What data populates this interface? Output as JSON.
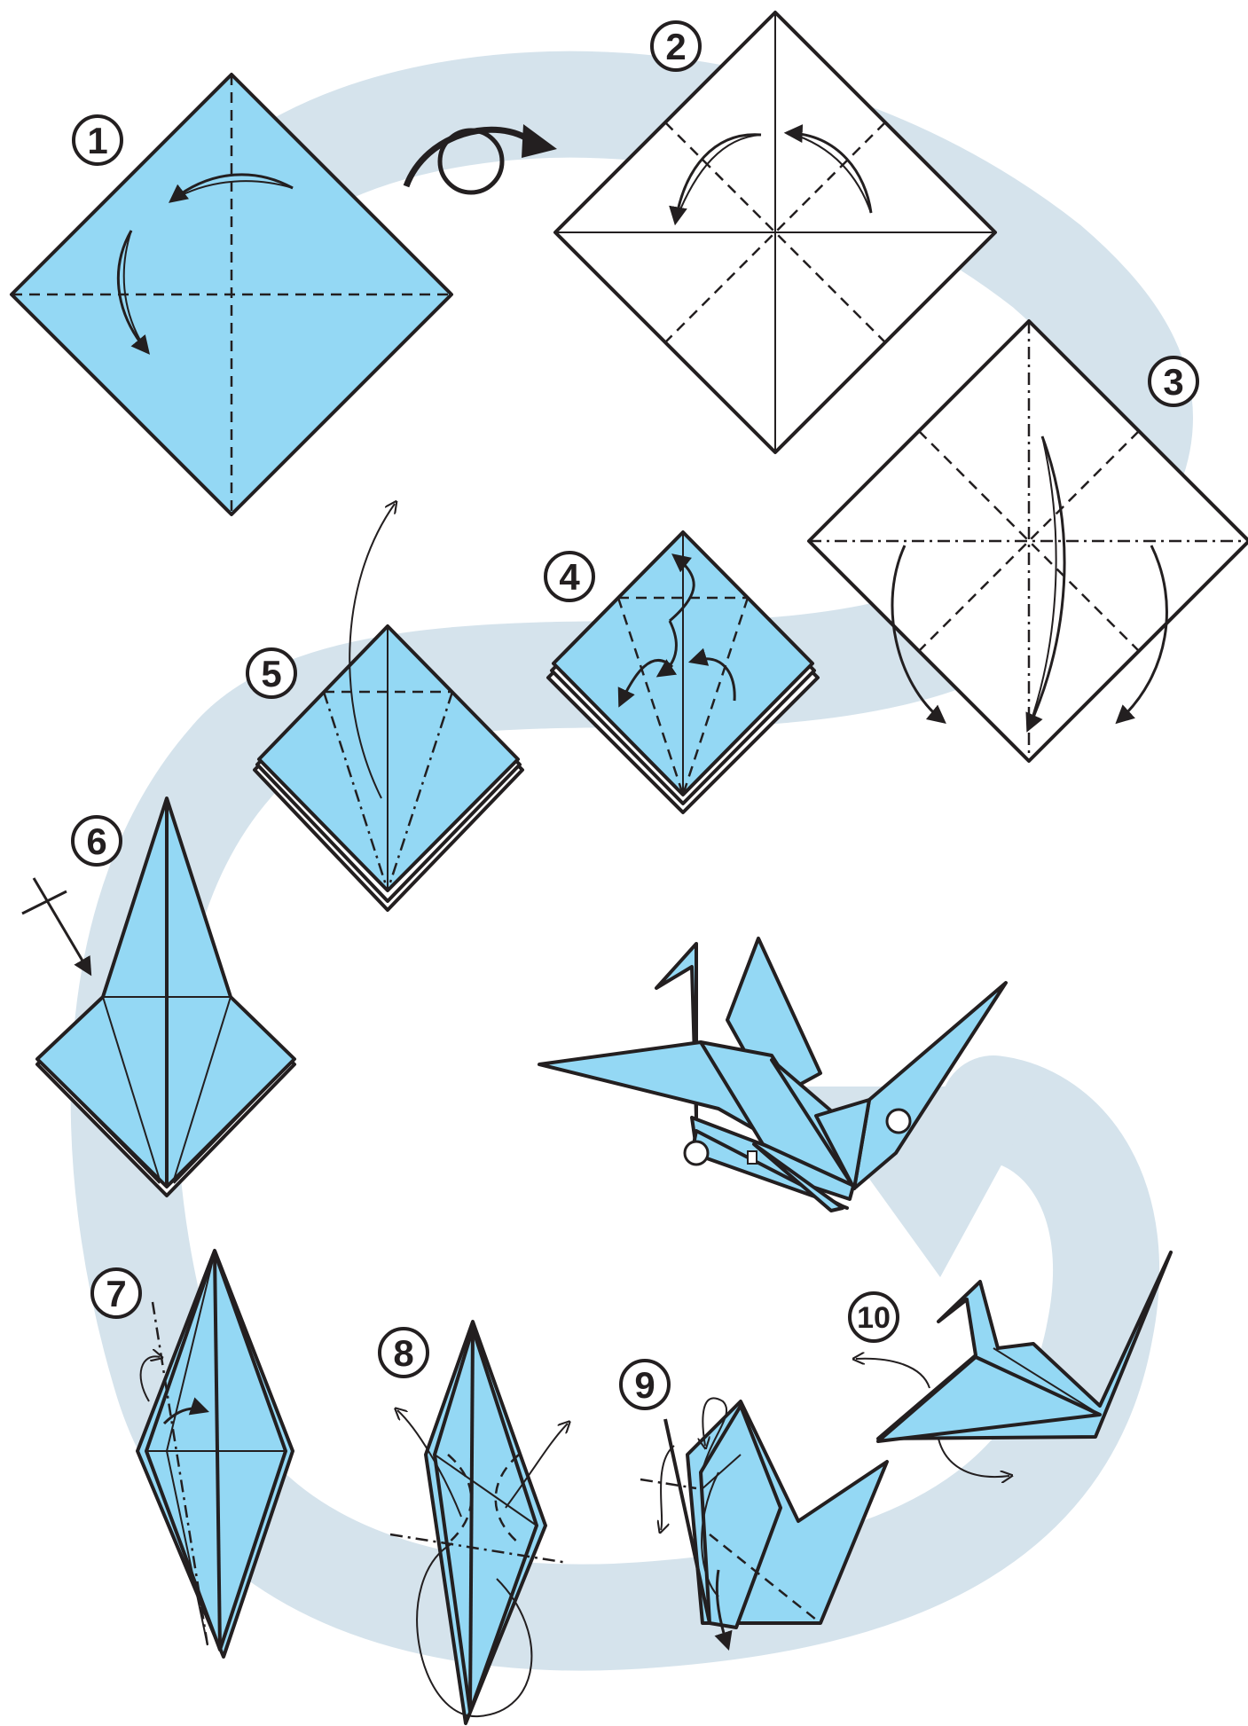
{
  "colors": {
    "paper_blue": "#94d8f4",
    "paper_white": "#ffffff",
    "swirl": "#d5e3ec",
    "line": "#231f20"
  },
  "steps": [
    {
      "label": "1"
    },
    {
      "label": "2"
    },
    {
      "label": "3"
    },
    {
      "label": "4"
    },
    {
      "label": "5"
    },
    {
      "label": "6"
    },
    {
      "label": "7"
    },
    {
      "label": "8"
    },
    {
      "label": "9"
    },
    {
      "label": "10"
    }
  ],
  "icons": [
    "turn-over-icon",
    "fold-arrow-icon",
    "valley-fold-line",
    "mountain-fold-line",
    "finished-crane"
  ]
}
